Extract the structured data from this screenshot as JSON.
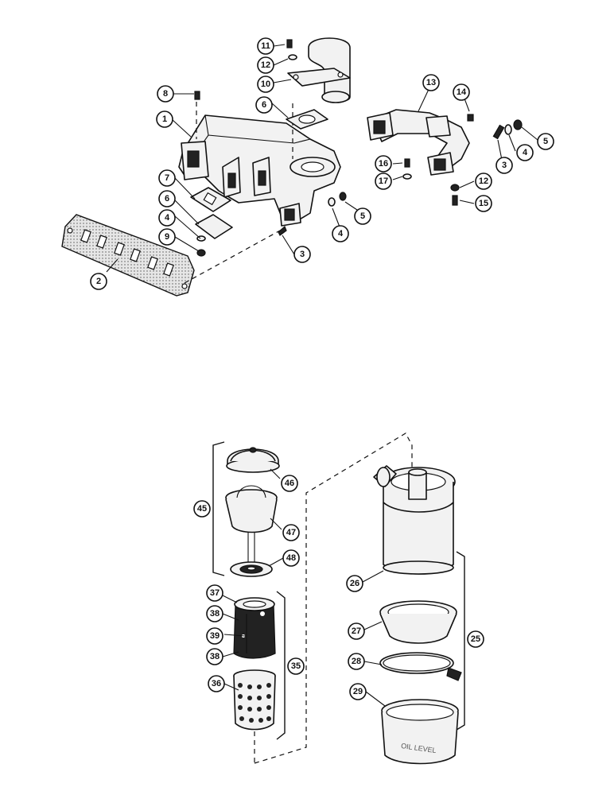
{
  "callouts": {
    "c1": "1",
    "c2": "2",
    "c3a": "3",
    "c3b": "3",
    "c4a": "4",
    "c4b": "4",
    "c4c": "4",
    "c5a": "5",
    "c5b": "5",
    "c6a": "6",
    "c6b": "6",
    "c7": "7",
    "c8": "8",
    "c9": "9",
    "c10": "10",
    "c11": "11",
    "c12a": "12",
    "c12b": "12",
    "c13": "13",
    "c14": "14",
    "c15": "15",
    "c16": "16",
    "c17": "17",
    "c25": "25",
    "c26": "26",
    "c27": "27",
    "c28": "28",
    "c29": "29",
    "c35": "35",
    "c36": "36",
    "c37": "37",
    "c38a": "38",
    "c38b": "38",
    "c39": "39",
    "c45": "45",
    "c46": "46",
    "c47": "47",
    "c48": "48"
  },
  "labels": {
    "oil_level": "OIL LEVEL"
  }
}
